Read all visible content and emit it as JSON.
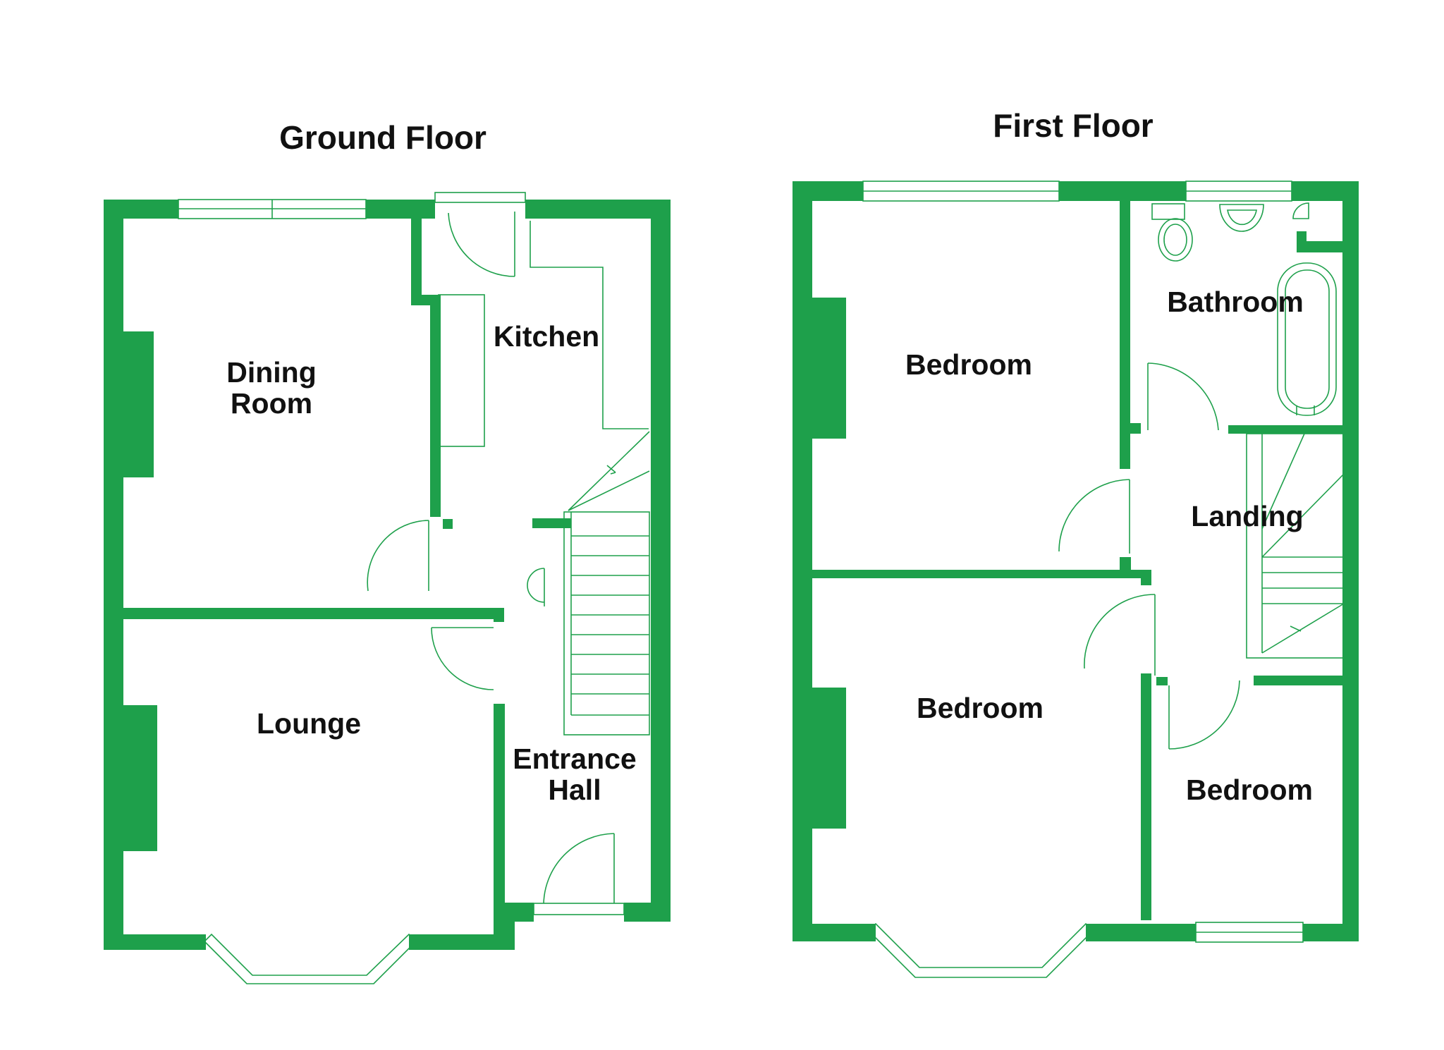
{
  "ground_floor": {
    "title": "Ground Floor",
    "rooms": {
      "dining_room": [
        "Dining",
        "Room"
      ],
      "kitchen": "Kitchen",
      "lounge": "Lounge",
      "entrance_hall": [
        "Entrance",
        "Hall"
      ]
    }
  },
  "first_floor": {
    "title": "First Floor",
    "rooms": {
      "bedroom_1": "Bedroom",
      "bathroom": "Bathroom",
      "landing": "Landing",
      "bedroom_2": "Bedroom",
      "bedroom_3": "Bedroom"
    }
  },
  "colors": {
    "wall": "#1ea04b",
    "text": "#111111",
    "background": "#ffffff"
  }
}
